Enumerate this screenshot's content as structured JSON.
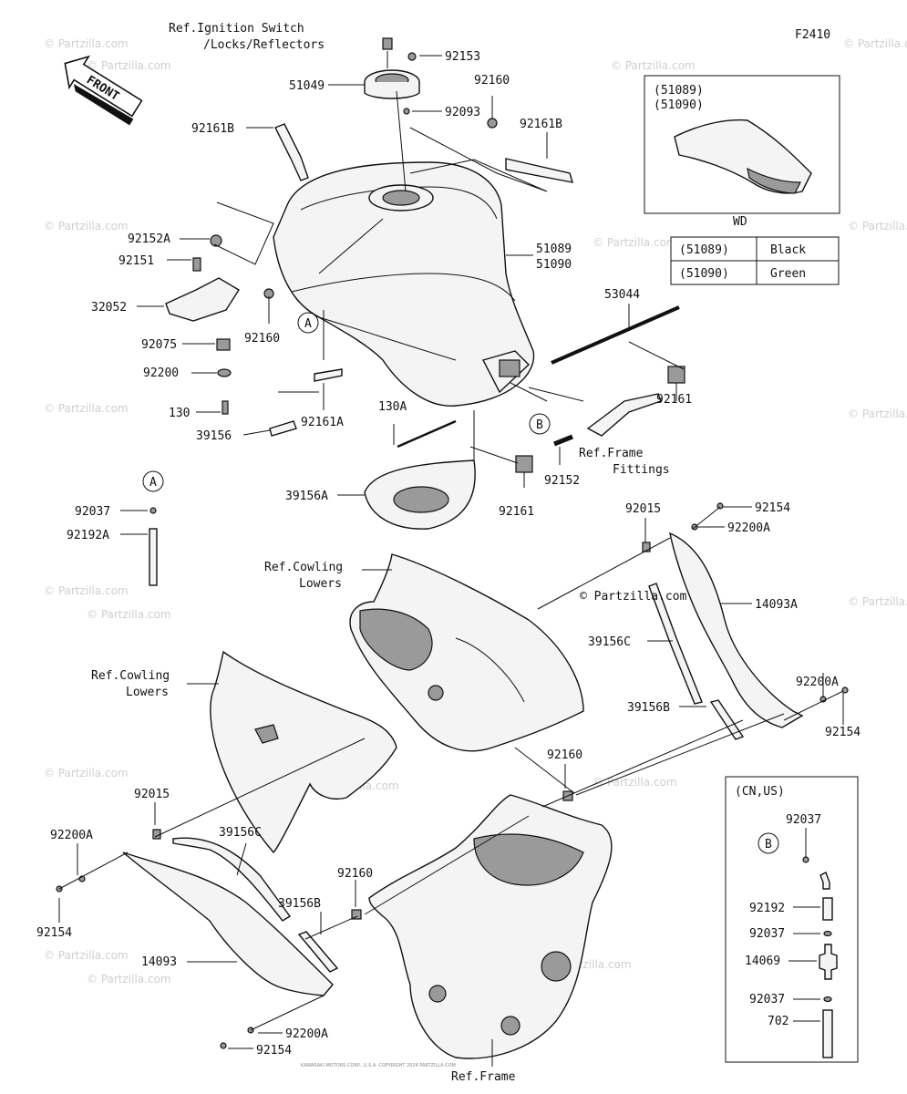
{
  "diagram_code": "F2410",
  "front_label": "FRONT",
  "watermark": "© Partzilla.com",
  "inline_watermark": "© Partzilla.com",
  "copyright_footer": "KAWASAKI MOTORS CORP., U.S.A. COPYRIGHT 2024 PARTZILLA.COM",
  "labels": {
    "ref_ignition_1": "Ref.Ignition Switch",
    "ref_ignition_2": "/Locks/Reflectors",
    "p92153": "92153",
    "p51049": "51049",
    "p92160_a": "92160",
    "p92093": "92093",
    "p92161b_l": "92161B",
    "p92161b_r": "92161B",
    "p92152a": "92152A",
    "p92151": "92151",
    "p32052": "32052",
    "p92160_b": "92160",
    "p92075": "92075",
    "p92200": "92200",
    "p130": "130",
    "p39156": "39156",
    "p92161a": "92161A",
    "p130a": "130A",
    "p51089": "51089",
    "p51090": "51090",
    "p53044": "53044",
    "p92161_r": "92161",
    "ref_frame_fit_1": "Ref.Frame",
    "ref_frame_fit_2": "Fittings",
    "p92152": "92152",
    "p92161_c": "92161",
    "p39156a": "39156A",
    "p92037_a": "92037",
    "p92192a": "92192A",
    "p92015_r": "92015",
    "p92154_tr": "92154",
    "p92200a_tr": "92200A",
    "ref_cowl_r1": "Ref.Cowling",
    "ref_cowl_r2": "Lowers",
    "p14093a": "14093A",
    "p39156c_r": "39156C",
    "p39156b_r": "39156B",
    "p92200a_r": "92200A",
    "p92154_r": "92154",
    "ref_cowl_l1": "Ref.Cowling",
    "ref_cowl_l2": "Lowers",
    "p92160_c": "92160",
    "p92015_l": "92015",
    "p92200a_l": "92200A",
    "p39156c_l": "39156C",
    "p92154_l": "92154",
    "p92160_d": "92160",
    "p39156b_l": "39156B",
    "p14093": "14093",
    "p92200a_b": "92200A",
    "p92154_b": "92154",
    "ref_frame": "Ref.Frame",
    "callout_a": "A",
    "callout_b": "B"
  },
  "inset_wd": {
    "codes": [
      "(51089)",
      "(51090)"
    ],
    "caption": "WD",
    "table": [
      {
        "code": "(51089)",
        "color": "Black"
      },
      {
        "code": "(51090)",
        "color": "Green"
      }
    ]
  },
  "inset_cnus": {
    "title": "(CN,US)",
    "items": [
      "92037",
      "92192",
      "92037",
      "14069",
      "92037",
      "702"
    ],
    "callout": "B"
  }
}
